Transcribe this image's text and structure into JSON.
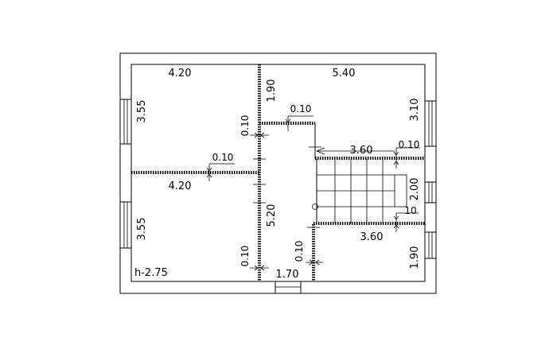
{
  "dimensions": {
    "room_nw_width": "4.20",
    "room_ne_width": "5.40",
    "room_sw_width": "4.20",
    "corridor_top_height": "1.90",
    "corridor_length": "5.20",
    "corridor_width": "1.70",
    "left_upper_height": "3.55",
    "left_lower_height": "3.55",
    "right_upper_height": "3.10",
    "right_mid_height": "2.00",
    "right_lower_height": "1.90",
    "stair_top_width": "3.60",
    "stair_bottom_width": "3.60"
  },
  "wall_thickness": {
    "corridor_left_upper": "0.10",
    "corridor_top": "0.10",
    "partition_left": "0.10",
    "corridor_left_lower": "0.10",
    "corridor_right_lower": "0.10",
    "stair_top": "0.10",
    "stair_bottom": "10"
  },
  "level_mark": "h-2.75"
}
